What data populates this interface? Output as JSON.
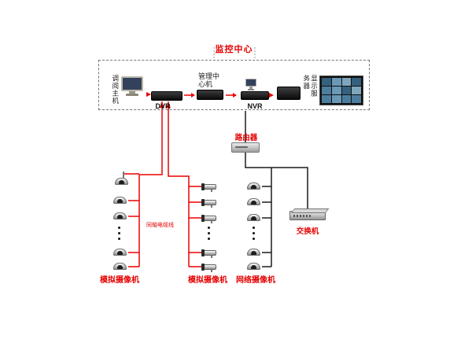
{
  "monitoring_center": {
    "title": "监控中心",
    "review_host_label": "调阅主机",
    "dvr_label": "DVR",
    "mgmt_center_label": "管理中心机",
    "nvr_label": "NVR",
    "display_server_label": "显示服务器"
  },
  "network": {
    "router_label": "路由器",
    "switch_label": "交换机",
    "coax_cable_label": "同轴电缆线"
  },
  "camera_groups": [
    {
      "label": "模拟摄像机"
    },
    {
      "label": "模拟摄像机"
    },
    {
      "label": "网络摄像机"
    }
  ],
  "colors": {
    "analog_line": "#ee0000",
    "network_line": "#1a1a1a",
    "label_red": "#e60000"
  }
}
